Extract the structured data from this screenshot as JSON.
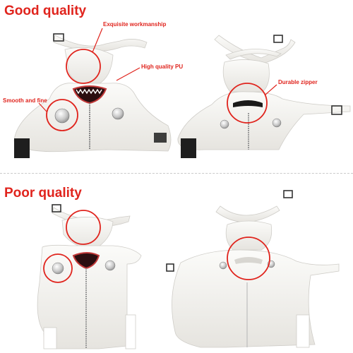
{
  "top_panel": {
    "heading": "Good quality",
    "labels": {
      "workmanship": "Exquisite workmanship",
      "pu": "High quality PU",
      "smooth": "Smooth and fine",
      "zipper": "Durable zipper"
    }
  },
  "bottom_panel": {
    "heading": "Poor quality"
  },
  "colors": {
    "accent_red": "#e0241d",
    "garment_white": "#f2f1ee",
    "strap_black": "#1e1e1e"
  }
}
